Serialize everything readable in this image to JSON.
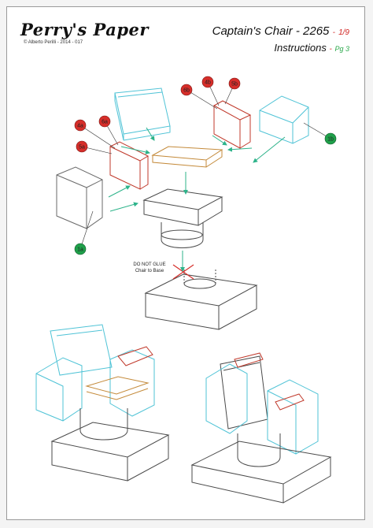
{
  "header": {
    "brand": "Perry's Paper",
    "copyright": "© Alberto Perilli - 2014 - 017",
    "title": "Captain's Chair - 2265",
    "title_separator": "-",
    "page_number": "1/9",
    "subtitle": "Instructions",
    "subtitle_separator": "-",
    "page_label": "Pg 3"
  },
  "warning_note": {
    "line1": "DO NOT GLUE",
    "line2": "Chair to Base"
  },
  "callouts": {
    "c_6b": "6b",
    "c_5b": "5b",
    "c_4b": "4b",
    "c_4a": "4a",
    "c_6a": "6a",
    "c_5a": "5a",
    "c_1b": "1b",
    "c_1a": "1a"
  },
  "colors": {
    "red_callout": "#d62e2a",
    "green_callout": "#1fa04a",
    "backrest_line": "#4fc3d6",
    "armrest_line": "#c0392b",
    "cushion_line": "#c48a3a",
    "pointer_arrow": "#2db38a",
    "body_line": "#4a4a4a"
  }
}
